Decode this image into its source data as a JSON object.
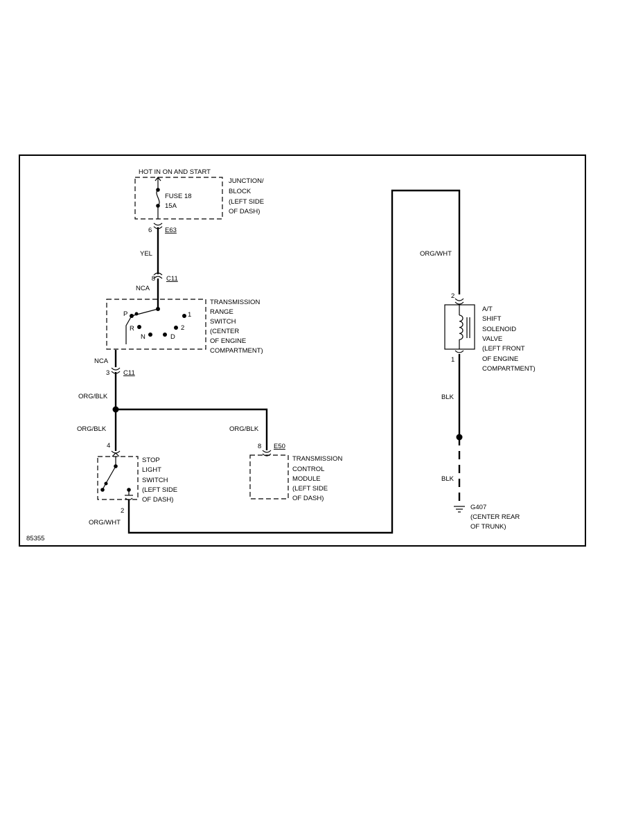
{
  "figure_id": "85355",
  "junction_block": {
    "supply": "HOT IN ON AND START",
    "fuse_name": "FUSE 18",
    "fuse_rating": "15A",
    "label": [
      "JUNCTION/",
      "BLOCK",
      "(LEFT SIDE",
      "OF DASH)"
    ]
  },
  "connectors": {
    "e63_pin": "6",
    "e63": "E63",
    "c11_top_pin": "8",
    "c11_top": "C11",
    "c11_bot_pin": "3",
    "c11_bot": "C11",
    "e50_pin": "8",
    "e50": "E50",
    "stop_in_pin": "4",
    "stop_out_pin": "2",
    "sol_in_pin": "2",
    "sol_out_pin": "1"
  },
  "wires": {
    "yel": "YEL",
    "nca_top": "NCA",
    "nca_bot": "NCA",
    "org_blk_main": "ORG/BLK",
    "org_blk_stop": "ORG/BLK",
    "org_blk_tcm": "ORG/BLK",
    "org_wht_bottom": "ORG/WHT",
    "org_wht_right": "ORG/WHT",
    "blk_upper": "BLK",
    "blk_lower": "BLK"
  },
  "range_switch": {
    "positions": {
      "p": "P",
      "r": "R",
      "n": "N",
      "d": "D",
      "two": "2",
      "one": "1"
    },
    "label": [
      "TRANSMISSION",
      "RANGE",
      "SWITCH",
      "(CENTER",
      "OF ENGINE",
      "COMPARTMENT)"
    ]
  },
  "stop_light_switch": {
    "label": [
      "STOP",
      "LIGHT",
      "SWITCH",
      "(LEFT SIDE",
      "OF DASH)"
    ]
  },
  "tcm": {
    "label": [
      "TRANSMISSION",
      "CONTROL",
      "MODULE",
      "(LEFT SIDE",
      "OF DASH)"
    ]
  },
  "solenoid": {
    "label": [
      "A/T",
      "SHIFT",
      "SOLENOID",
      "VALVE",
      "(LEFT FRONT",
      "OF ENGINE",
      "COMPARTMENT)"
    ]
  },
  "ground": {
    "label": [
      "G407",
      "(CENTER REAR",
      "OF TRUNK)"
    ]
  }
}
